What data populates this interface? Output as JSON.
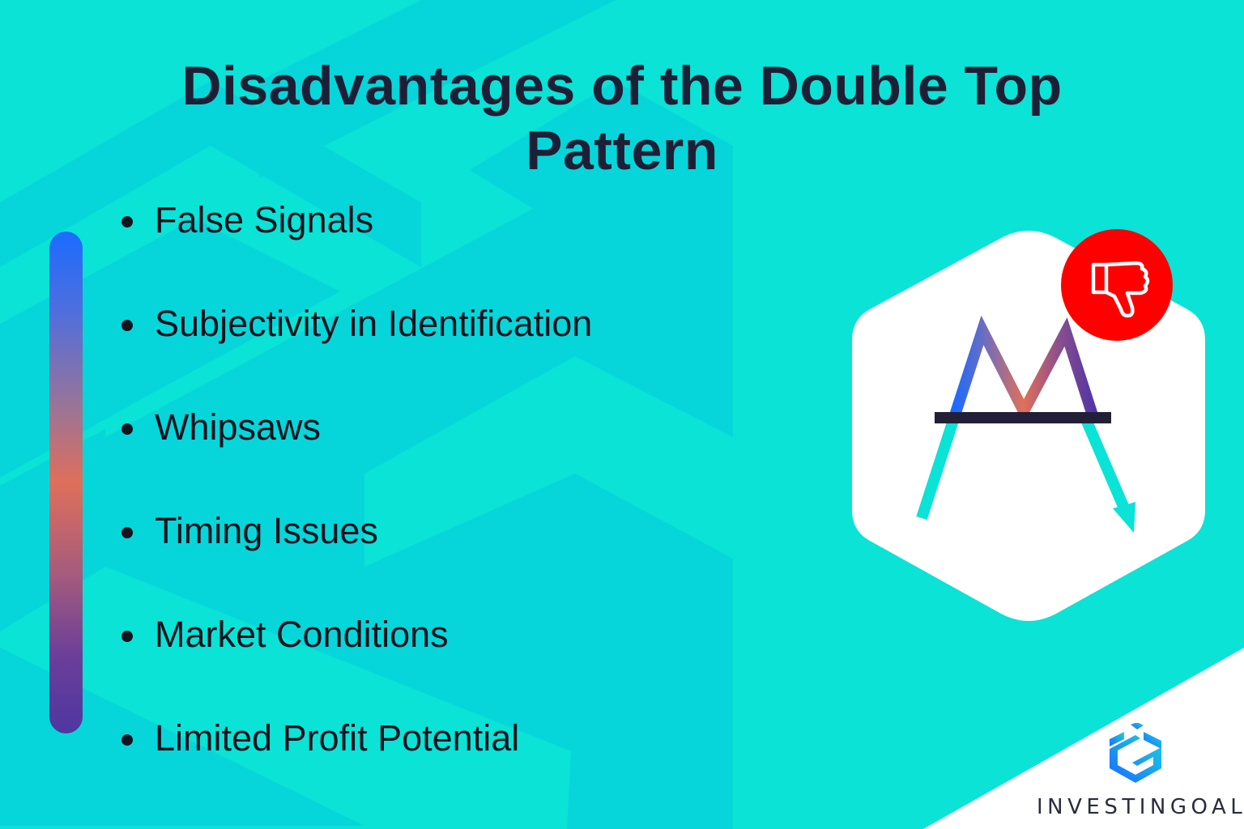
{
  "title": {
    "line1": "Disadvantages of the Double Top",
    "line2": "Pattern"
  },
  "bullets": [
    {
      "label": "False Signals"
    },
    {
      "label": "Subjectivity in Identification"
    },
    {
      "label": "Whipsaws"
    },
    {
      "label": "Timing Issues"
    },
    {
      "label": "Market Conditions"
    },
    {
      "label": "Limited Profit Potential"
    }
  ],
  "illustration": {
    "icon": "double-top-pattern-icon",
    "badge_icon": "thumbs-down-icon"
  },
  "brand": {
    "name": "INVESTINGOAL",
    "logo_icon": "investingoal-logo-icon"
  },
  "colors": {
    "background": "#0ae3d6",
    "background_shape": "#06d3d9",
    "title_text": "#1d1f37",
    "badge_red": "#ff0000",
    "neckline": "#221f36",
    "gradient_top": "#1a6cff",
    "gradient_mid": "#df6f5b",
    "gradient_bottom": "#4f37a1"
  }
}
